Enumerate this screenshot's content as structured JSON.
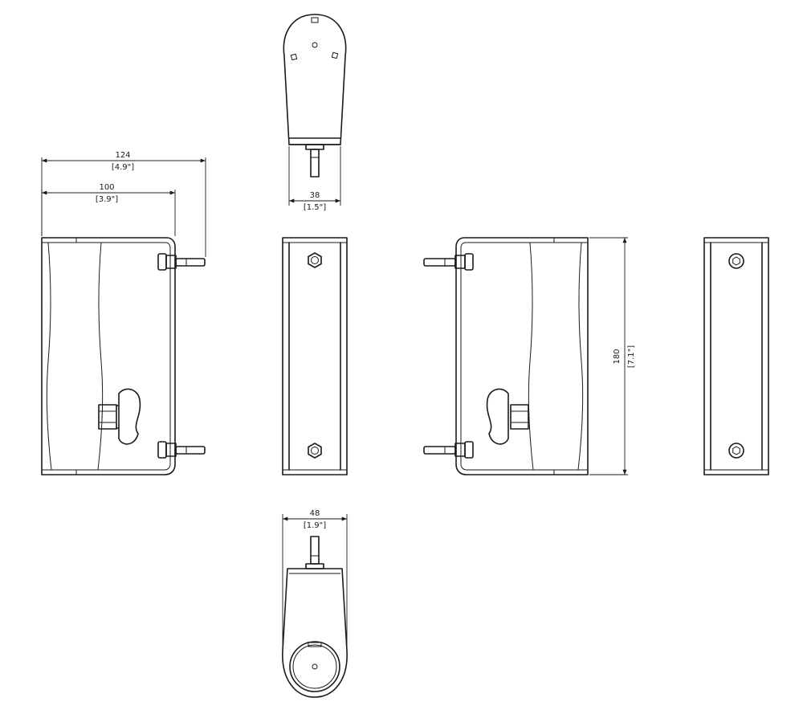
{
  "dimensions": {
    "overall_width": {
      "mm": "124",
      "inch": "[4.9\"]"
    },
    "inner_width": {
      "mm": "100",
      "inch": "[3.9\"]"
    },
    "top_depth": {
      "mm": "38",
      "inch": "[1.5\"]"
    },
    "bottom_depth": {
      "mm": "48",
      "inch": "[1.9\"]"
    },
    "height": {
      "mm": "180",
      "inch": "[7.1\"]"
    }
  }
}
